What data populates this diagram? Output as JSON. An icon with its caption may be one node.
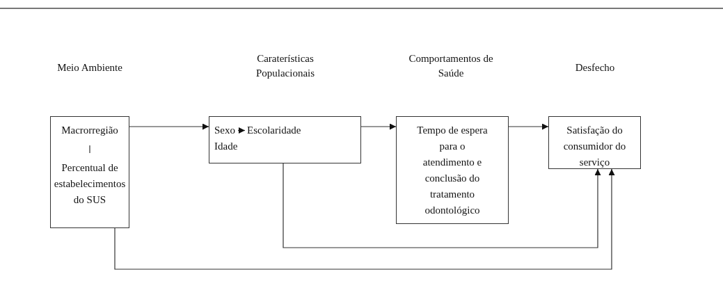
{
  "diagram": {
    "nodes": [
      {
        "text": [],
        "shape": "box"
      },
      {
        "text": [
          "Macrorregião"
        ],
        "in": 0
      },
      {
        "text": [
          "Percentual de estabelecimentos do SUS"
        ],
        "in": 0
      },
      {
        "text": [],
        "shape": "box"
      },
      {
        "text": [
          "Sexo"
        ],
        "in": 3
      },
      {
        "text": [
          "Escolaridade"
        ],
        "in": 3
      },
      {
        "text": [
          "Idade"
        ],
        "in": 3
      },
      {
        "text": [
          "Tempo de espera para o atendimento e conclusão do tratamento odontológico"
        ]
      },
      {
        "text": [
          "Satisfação do consumidor do serviço"
        ]
      }
    ],
    "edges": [
      {
        "from": 1,
        "to": 2,
        "arrow": "none"
      },
      {
        "from": 4,
        "to": 5,
        "arrow": "to"
      },
      {
        "from": 0,
        "to": 3,
        "arrow": "to"
      },
      {
        "from": 3,
        "to": 7,
        "arrow": "to"
      },
      {
        "from": 7,
        "to": 8,
        "arrow": "to"
      },
      {
        "from": 3,
        "to": 8,
        "arrow": "to"
      },
      {
        "from": 0,
        "to": 8,
        "arrow": "to"
      }
    ],
    "labels": [
      "Meio Ambiente",
      "Caraterísticas Populacionais",
      "Comportamentos de Saúde",
      "Desfecho"
    ]
  }
}
